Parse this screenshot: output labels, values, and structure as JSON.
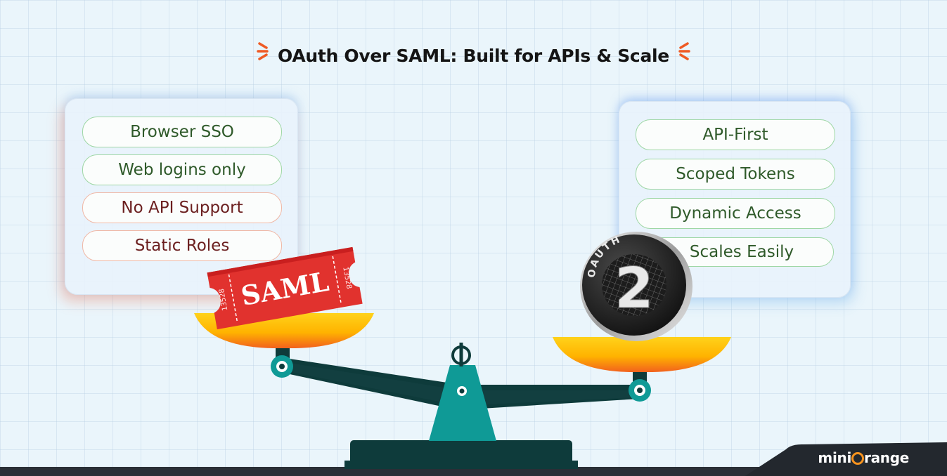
{
  "title": {
    "text": "OAuth Over SAML: Built for APIs & Scale"
  },
  "left_panel": {
    "items": [
      {
        "label": "Browser SSO",
        "tone": "green"
      },
      {
        "label": "Web logins only",
        "tone": "green"
      },
      {
        "label": "No API Support",
        "tone": "red"
      },
      {
        "label": "Static Roles",
        "tone": "red"
      }
    ]
  },
  "right_panel": {
    "items": [
      {
        "label": "API-First",
        "tone": "green"
      },
      {
        "label": "Scoped Tokens",
        "tone": "green"
      },
      {
        "label": "Dynamic Access",
        "tone": "green"
      },
      {
        "label": "Scales Easily",
        "tone": "green"
      }
    ]
  },
  "ticket": {
    "label": "SAML",
    "number": "13528"
  },
  "coin": {
    "top_text": "OAUTH",
    "number": "2"
  },
  "logo": {
    "text_before": "mini",
    "text_after": "range"
  },
  "colors": {
    "accent": "#ef5a24",
    "scale_teal": "#0f9a96",
    "beam": "#0e3b3b",
    "green_text": "#2f5a2a",
    "red_text": "#6b1f1f"
  }
}
